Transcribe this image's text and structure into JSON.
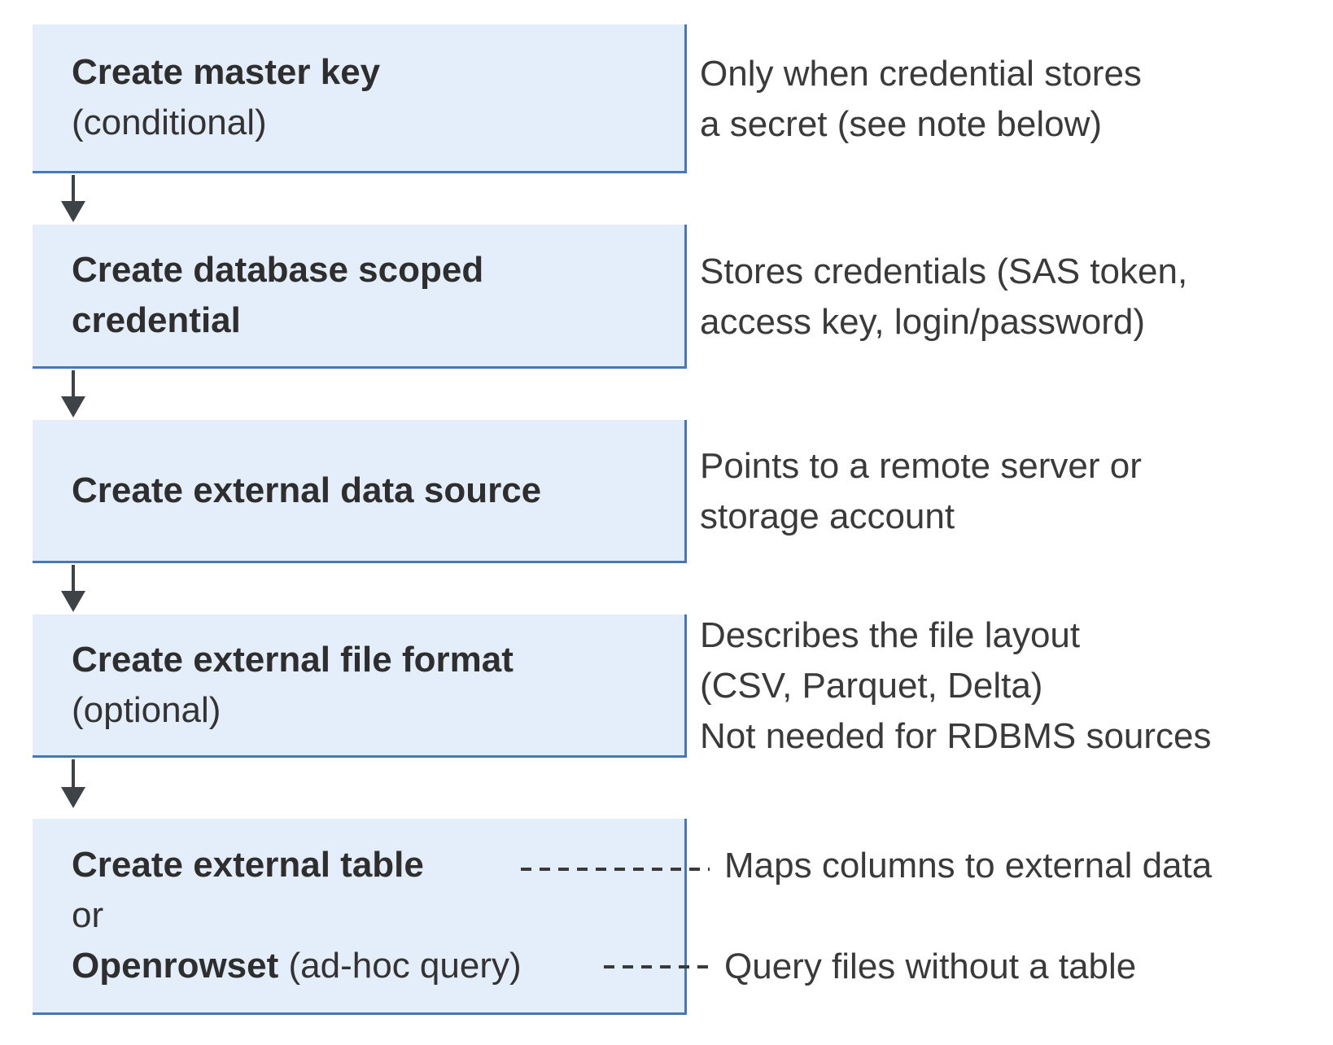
{
  "colors": {
    "box_fill": "#e4eefb",
    "box_border": "#4679b4",
    "title_text": "#2e2e2e",
    "annotation_text": "#3a3a3a",
    "arrow": "#3e4347"
  },
  "steps": [
    {
      "title_lines": [
        "Create master key"
      ],
      "subtitle": "(conditional)",
      "note_lines": [
        "Only when credential stores",
        "a secret (see note below)"
      ]
    },
    {
      "title_lines": [
        "Create database scoped",
        "credential"
      ],
      "note_lines": [
        "Stores credentials (SAS token,",
        "access key, login/password)"
      ]
    },
    {
      "title_lines": [
        "Create external data source"
      ],
      "note_lines": [
        "Points to a remote server or",
        "storage account"
      ]
    },
    {
      "title_lines": [
        "Create external file format"
      ],
      "subtitle": "(optional)",
      "note_lines": [
        "Describes the file layout",
        "(CSV, Parquet, Delta)",
        "Not needed for RDBMS sources"
      ]
    },
    {
      "title_lines": [
        "Create external table"
      ],
      "or_label": "or",
      "openrowset_bold": "Openrowset",
      "openrowset_suffix": " (ad-hoc query)",
      "note_table": "Maps columns to external data",
      "note_openrowset": "Query files without a table"
    }
  ]
}
